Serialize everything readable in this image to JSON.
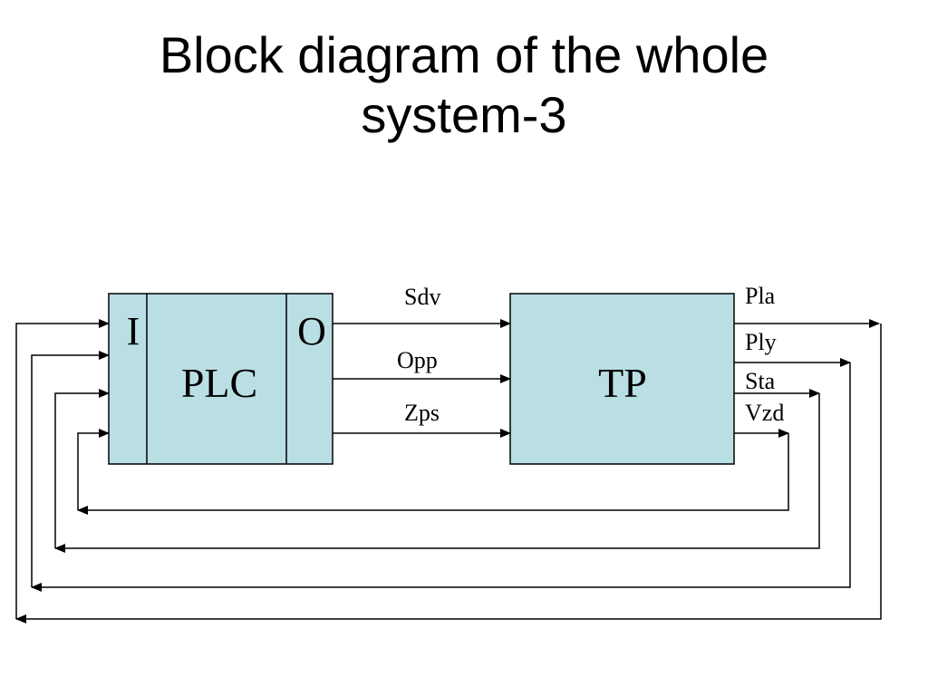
{
  "title": {
    "line1": "Block diagram of the whole",
    "line2": "system-3"
  },
  "colors": {
    "block_fill": "#b9dfe4",
    "line": "#000000"
  },
  "blocks": {
    "plc": {
      "label": "PLC",
      "input_label": "I",
      "output_label": "O"
    },
    "tp": {
      "label": "TP"
    }
  },
  "signals": {
    "plc_to_tp": [
      "Sdv",
      "Opp",
      "Zps"
    ],
    "tp_outputs": [
      "Pla",
      "Ply",
      "Sta",
      "Vzd"
    ]
  }
}
